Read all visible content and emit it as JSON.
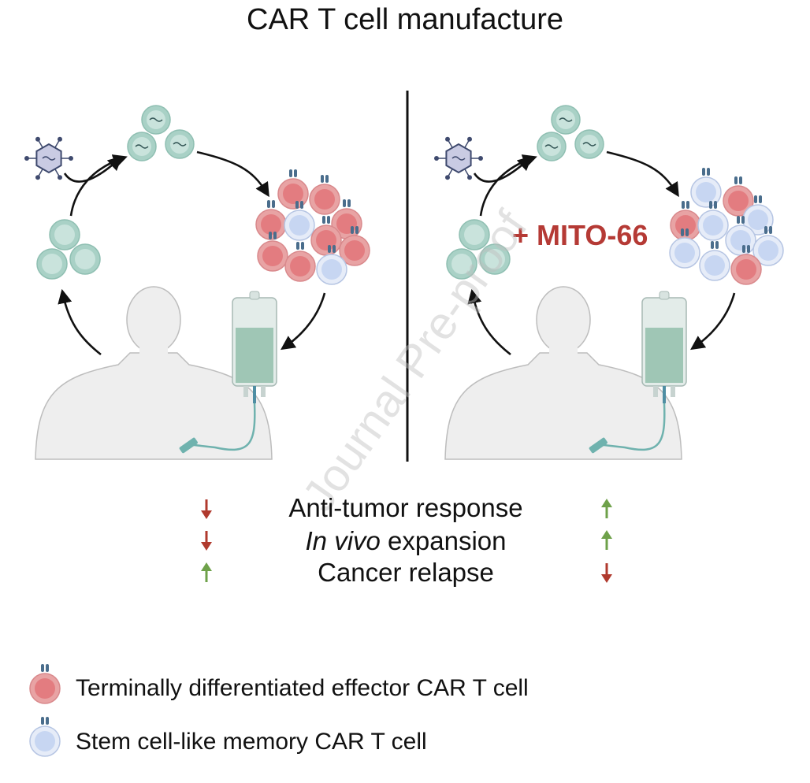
{
  "title": "CAR T cell manufacture",
  "treatment_label": "+ MITO-66",
  "watermark": "Journal Pre-proof",
  "outcomes": [
    {
      "label_pre": "",
      "label_italic": "",
      "label": "Anti-tumor response",
      "left": "down",
      "right": "up"
    },
    {
      "label_pre": "",
      "label_italic": "In vivo",
      "label": " expansion",
      "left": "down",
      "right": "up"
    },
    {
      "label_pre": "",
      "label_italic": "",
      "label": "Cancer relapse",
      "left": "up",
      "right": "down"
    }
  ],
  "legend": [
    {
      "label": "Terminally differentiated effector CAR T cell",
      "cell_type": "effector"
    },
    {
      "label": "Stem cell-like memory CAR T cell",
      "cell_type": "memory"
    }
  ],
  "colors": {
    "effector_fill": "#e8a3a4",
    "effector_core": "#e37c80",
    "memory_fill": "#e6ecf8",
    "memory_core": "#c7d6f2",
    "naive_fill": "#a9d1c6",
    "naive_core": "#c9e3dc",
    "arrow_down": "#b03a2e",
    "arrow_up": "#6ea14a",
    "accent": "#b53a35"
  },
  "icons": [
    "virus-icon",
    "human-silhouette-icon",
    "iv-bag-icon",
    "car-receptor-icon",
    "cycle-arrow-icon"
  ]
}
